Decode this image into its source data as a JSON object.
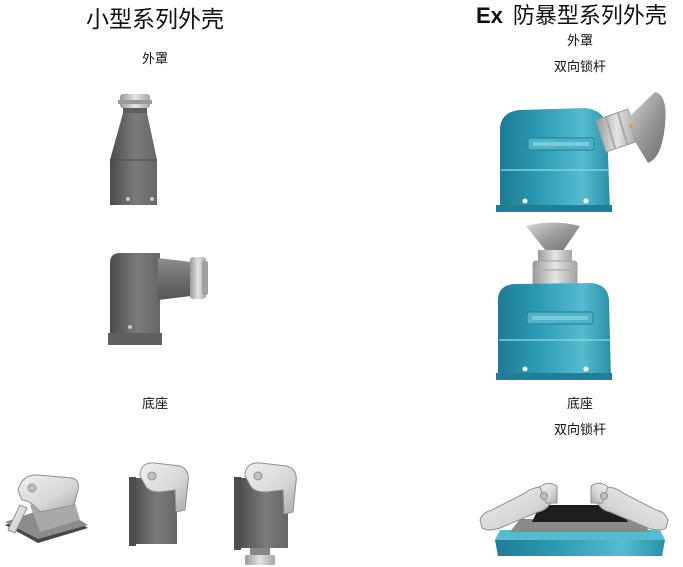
{
  "left": {
    "title": "小型系列外壳",
    "hood_label": "外罩",
    "base_label": "底座"
  },
  "right": {
    "title_prefix": "Ex",
    "title_main": "防暴型系列外壳",
    "hood_label": "外罩",
    "hood_sublabel": "双向锁杆",
    "base_label": "底座",
    "base_sublabel": "双向锁杆"
  },
  "colors": {
    "housing_gray": "#7b7b7b",
    "lever_gray": "#d6d6d6",
    "housing_teal": "#2c9ab3",
    "gasket": "#1e1e1e",
    "text": "#111111"
  }
}
